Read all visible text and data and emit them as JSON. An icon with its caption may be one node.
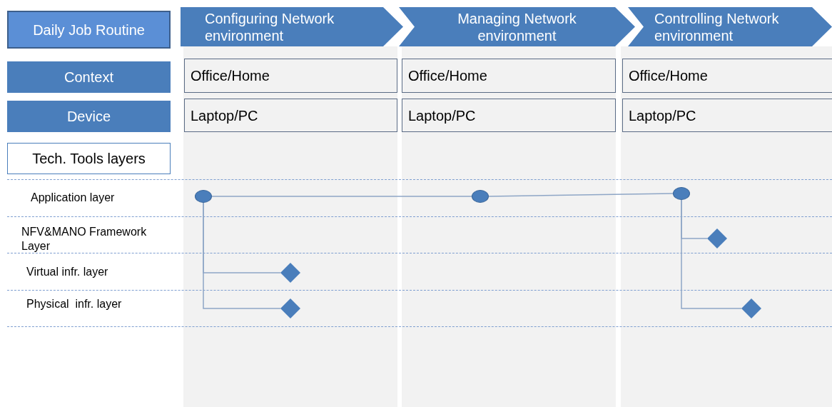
{
  "diagram": {
    "nodes": [
      {
        "text": [
          "Daily Job Routine"
        ]
      },
      {
        "text": [
          "Configuring Network environment"
        ]
      },
      {
        "text": [
          "Managing Network environment"
        ]
      },
      {
        "text": [
          "Controlling Network environment"
        ]
      },
      {
        "text": [
          "Context"
        ]
      },
      {
        "text": [
          "Office/Home"
        ]
      },
      {
        "text": [
          "Office/Home"
        ]
      },
      {
        "text": [
          "Office/Home"
        ]
      },
      {
        "text": [
          "Device"
        ]
      },
      {
        "text": [
          "Laptop/PC"
        ]
      },
      {
        "text": [
          "Laptop/PC"
        ]
      },
      {
        "text": [
          "Laptop/PC"
        ]
      },
      {
        "text": [
          "Tech. Tools layers"
        ]
      },
      {
        "text": [],
        "shape": "circle"
      },
      {
        "text": [],
        "shape": "diamond"
      },
      {
        "text": [],
        "shape": "diamond"
      },
      {
        "text": [],
        "shape": "circle"
      },
      {
        "text": [],
        "shape": "circle"
      },
      {
        "text": [],
        "shape": "diamond"
      },
      {
        "text": [],
        "shape": "diamond"
      }
    ],
    "edges": [
      {
        "from": 13,
        "to": 16,
        "arrow": "none"
      },
      {
        "from": 16,
        "to": 17,
        "arrow": "none"
      },
      {
        "from": 13,
        "to": 14,
        "arrow": "none"
      },
      {
        "from": 13,
        "to": 15,
        "arrow": "none"
      },
      {
        "from": 17,
        "to": 18,
        "arrow": "none"
      },
      {
        "from": 17,
        "to": 19,
        "arrow": "none"
      }
    ],
    "labels": [
      "Application layer",
      "NFV&MANO Framework Layer",
      "Virtual infr. layer",
      "Physical  infr. layer"
    ]
  }
}
